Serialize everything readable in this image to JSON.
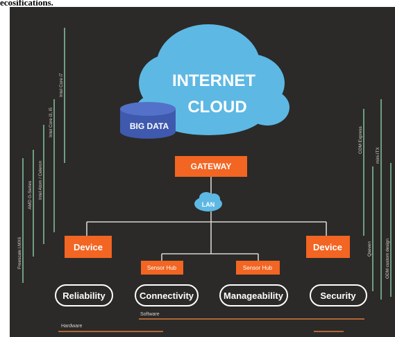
{
  "header": {
    "text": "ecosifications."
  },
  "cloud": {
    "line1": "INTERNET",
    "line2": "CLOUD"
  },
  "big_data": {
    "label": "BIG DATA"
  },
  "gateway": {
    "label": "GATEWAY"
  },
  "lan": {
    "label": "LAN"
  },
  "devices": [
    {
      "label": "Device"
    },
    {
      "label": "Device"
    }
  ],
  "sensor_hubs": [
    {
      "label": "Sensor Hub"
    },
    {
      "label": "Sensor Hub"
    }
  ],
  "pillars": [
    {
      "label": "Reliability"
    },
    {
      "label": "Connectivity"
    },
    {
      "label": "Manageability"
    },
    {
      "label": "Security"
    }
  ],
  "bars": {
    "software": "Software",
    "hardware": "Hardware"
  },
  "left_processors": [
    {
      "label": "Intel Core i7"
    },
    {
      "label": "Intel Core i3, i5"
    },
    {
      "label": "Intel Atom / Celeron"
    },
    {
      "label": "AMD G-Series"
    },
    {
      "label": "Freescale i.MX6"
    }
  ],
  "right_form_factors": [
    {
      "label": "COM Express"
    },
    {
      "label": "mini-ITX"
    },
    {
      "label": "Qseven"
    },
    {
      "label": "ODM custom design"
    }
  ],
  "colors": {
    "background": "#2b2a28",
    "cloud": "#5db8e4",
    "database": "#3e59ad",
    "accent_orange": "#f26522",
    "connector": "#d6d4cf",
    "spine_green": "#86c4a0",
    "bar_orange": "#e07a3c"
  }
}
